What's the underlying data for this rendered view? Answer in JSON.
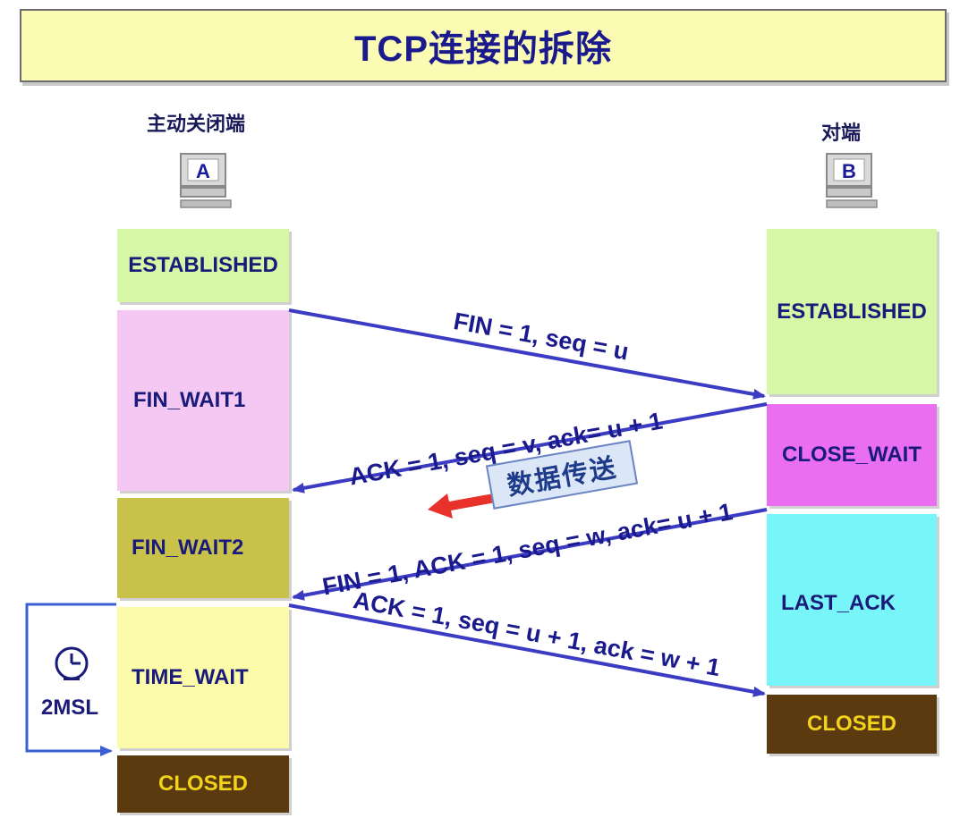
{
  "title": "TCP连接的拆除",
  "hosts": {
    "a": {
      "label": "主动关闭端",
      "letter": "A"
    },
    "b": {
      "label": "对端",
      "letter": "B"
    }
  },
  "states_a": {
    "established": "ESTABLISHED",
    "fin_wait1": "FIN_WAIT1",
    "fin_wait2": "FIN_WAIT2",
    "time_wait": "TIME_WAIT",
    "closed": "CLOSED"
  },
  "states_b": {
    "established": "ESTABLISHED",
    "close_wait": "CLOSE_WAIT",
    "last_ack": "LAST_ACK",
    "closed": "CLOSED"
  },
  "messages": {
    "fin1": "FIN = 1, seq = u",
    "ack1": "ACK = 1, seq = v, ack= u + 1",
    "fin2": "FIN = 1, ACK = 1, seq = w, ack= u + 1",
    "ack2": "ACK = 1, seq = u + 1, ack = w + 1"
  },
  "data_transfer_label": "数据传送",
  "timer_label": "2MSL",
  "colors": {
    "established": "#d6f7a6",
    "fin_wait1": "#f4c8f2",
    "fin_wait2": "#c9c24a",
    "time_wait": "#fbfbaa",
    "closed": "#5a3a0e",
    "close_wait": "#e96ff0",
    "last_ack": "#78f5f8",
    "arrow": "#3b3bc4",
    "red_arrow": "#e8312a"
  }
}
